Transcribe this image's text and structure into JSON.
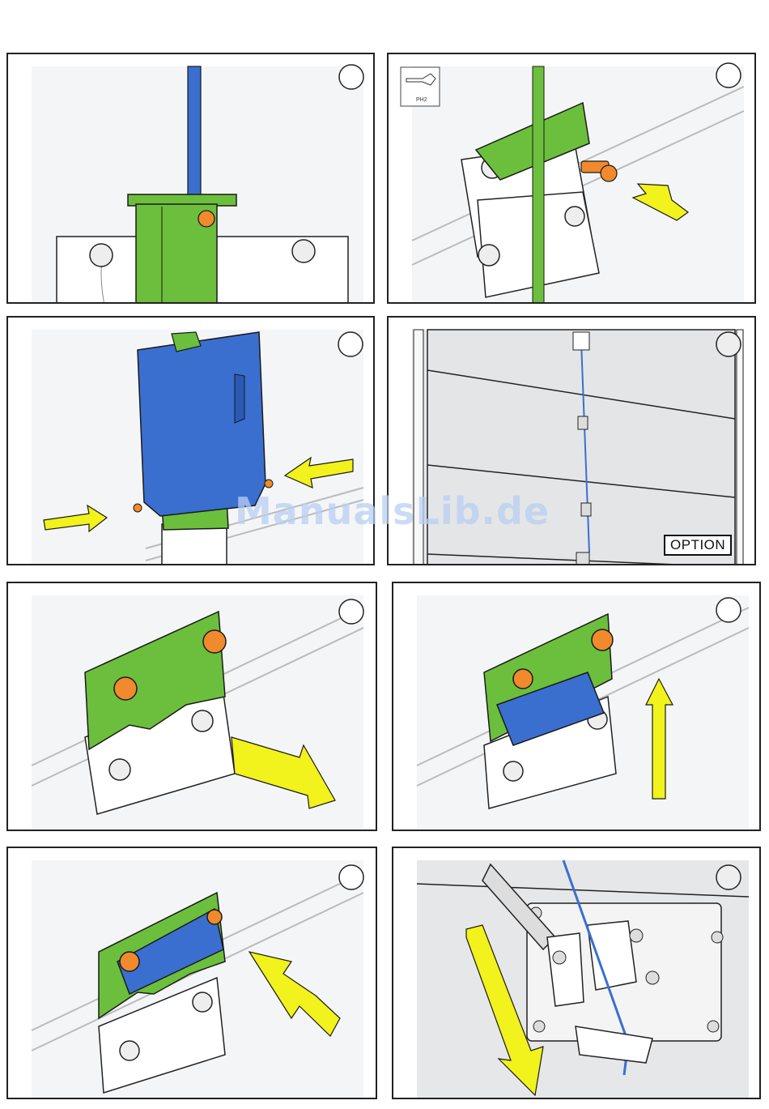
{
  "page": {
    "watermark": "ManualsLib.de"
  },
  "panels": [
    {
      "id": 1,
      "step_marker": ""
    },
    {
      "id": 2,
      "step_marker": "",
      "tool_label": "PH2"
    },
    {
      "id": 3,
      "step_marker": ""
    },
    {
      "id": 4,
      "step_marker": "",
      "badge": "OPTION"
    },
    {
      "id": 5,
      "step_marker": ""
    },
    {
      "id": 6,
      "step_marker": ""
    },
    {
      "id": 7,
      "step_marker": ""
    },
    {
      "id": 8,
      "step_marker": ""
    }
  ],
  "colors": {
    "green": "#6cbf3c",
    "blue": "#3a6fd0",
    "orange": "#f08a2c",
    "yellow": "#f2f21c",
    "background": "#f4f5f7",
    "outline": "#1a1a1a"
  }
}
